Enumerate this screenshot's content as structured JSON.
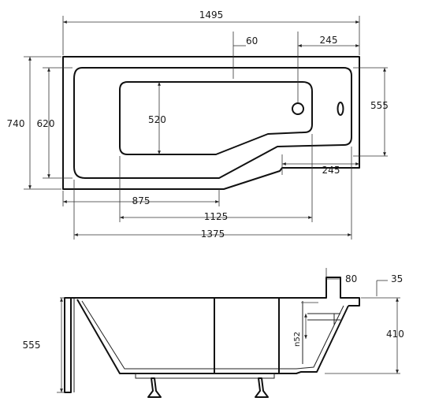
{
  "top_view": {
    "overall_length": "1495",
    "panel_offset": "60",
    "drain_offset_top": "245",
    "overall_width": "740",
    "inner_width": "620",
    "inner_depth": "520",
    "shower_width": "555",
    "narrow_end_offset": "245",
    "basin_length_a": "875",
    "basin_length_b": "1125",
    "inner_length": "1375"
  },
  "side_view": {
    "height_total": "555",
    "rim_width": "80",
    "rim_edge": "35",
    "tub_height": "410",
    "overflow_label": "n52"
  }
}
